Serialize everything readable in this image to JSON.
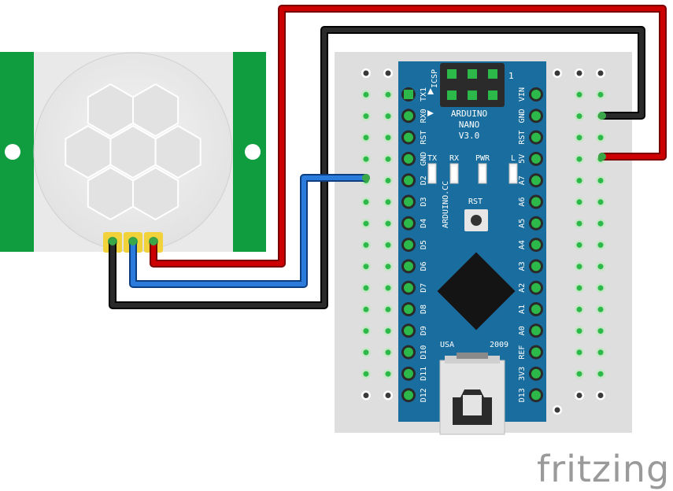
{
  "board": {
    "name_line1": "ARDUINO",
    "name_line2": "NANO",
    "version": "V3.0",
    "icsp": "ICSP",
    "icsp_pin1": "1",
    "site": "ARDUINO.CC",
    "rst_button": "RST",
    "leds": [
      "TX",
      "RX",
      "PWR",
      "L"
    ],
    "origin": "USA",
    "year": "2009",
    "left_pins": [
      "TX1",
      "RX0",
      "RST",
      "GND",
      "D2",
      "D3",
      "D4",
      "D5",
      "D6",
      "D7",
      "D8",
      "D9",
      "D10",
      "D11",
      "D12"
    ],
    "right_pins": [
      "VIN",
      "GND",
      "RST",
      "5V",
      "A7",
      "A6",
      "A5",
      "A4",
      "A3",
      "A2",
      "A1",
      "A0",
      "REF",
      "3V3",
      "D13"
    ]
  },
  "brand": {
    "text": "fritzing"
  },
  "colors": {
    "breadboard": "#dedede",
    "board": "#1a6e9f",
    "sensor_pcb": "#0f9d40",
    "wire_red": "#c00000",
    "wire_black": "#1a1a1a",
    "wire_blue": "#1c6cc9",
    "pin_green": "#2db84a"
  }
}
